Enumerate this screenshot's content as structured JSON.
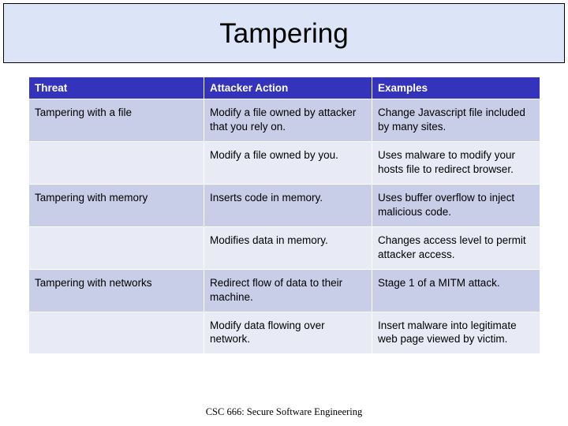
{
  "slide": {
    "title": "Tampering",
    "footer": "CSC 666: Secure Software Engineering",
    "colors": {
      "title_bg": "#dce4f7",
      "header_bg": "#3333bb",
      "row_band_a": "#c8cde8",
      "row_band_b": "#e8ebf6"
    }
  },
  "table": {
    "headers": [
      "Threat",
      "Attacker Action",
      "Examples"
    ],
    "rows": [
      {
        "band": "a",
        "threat": "Tampering with a file",
        "action": "Modify a file owned by attacker that you rely on.",
        "example": "Change Javascript file included by many sites."
      },
      {
        "band": "b",
        "threat": "",
        "action": "Modify a file owned by you.",
        "example": "Uses malware to modify your hosts file to redirect browser."
      },
      {
        "band": "a",
        "threat": "Tampering with memory",
        "action": "Inserts code in memory.",
        "example": "Uses buffer overflow to inject malicious code."
      },
      {
        "band": "b",
        "threat": "",
        "action": "Modifies data in memory.",
        "example": "Changes access level to permit attacker access."
      },
      {
        "band": "a",
        "threat": "Tampering with networks",
        "action": "Redirect flow of data to their machine.",
        "example": "Stage 1 of a MITM attack."
      },
      {
        "band": "b",
        "threat": "",
        "action": "Modify data flowing over network.",
        "example": "Insert malware into legitimate web page viewed by victim."
      }
    ]
  }
}
